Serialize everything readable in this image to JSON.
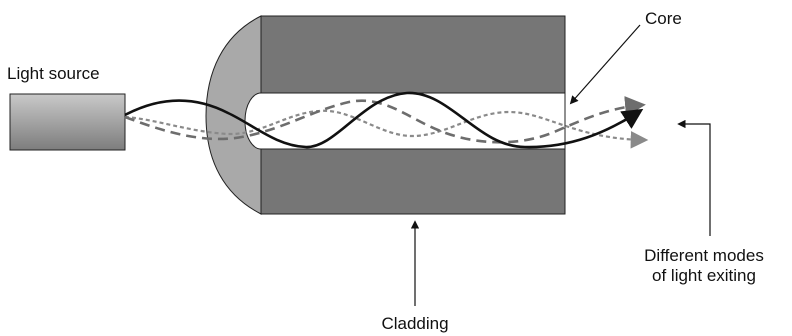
{
  "labels": {
    "light_source": "Light source",
    "core": "Core",
    "modes_line1": "Different modes",
    "modes_line2": "of light exiting",
    "cladding": "Cladding"
  },
  "colors": {
    "cladding_fill": "#767676",
    "cap_fill": "#a9a9a9",
    "core_fill": "#ffffff",
    "source_gradient_top": "#c9c9c9",
    "source_gradient_bottom": "#7d7d7d",
    "mode_solid": "#111111",
    "mode_dashed": "#6d6d6d",
    "mode_dotted": "#8a8a8a",
    "text": "#111111"
  }
}
